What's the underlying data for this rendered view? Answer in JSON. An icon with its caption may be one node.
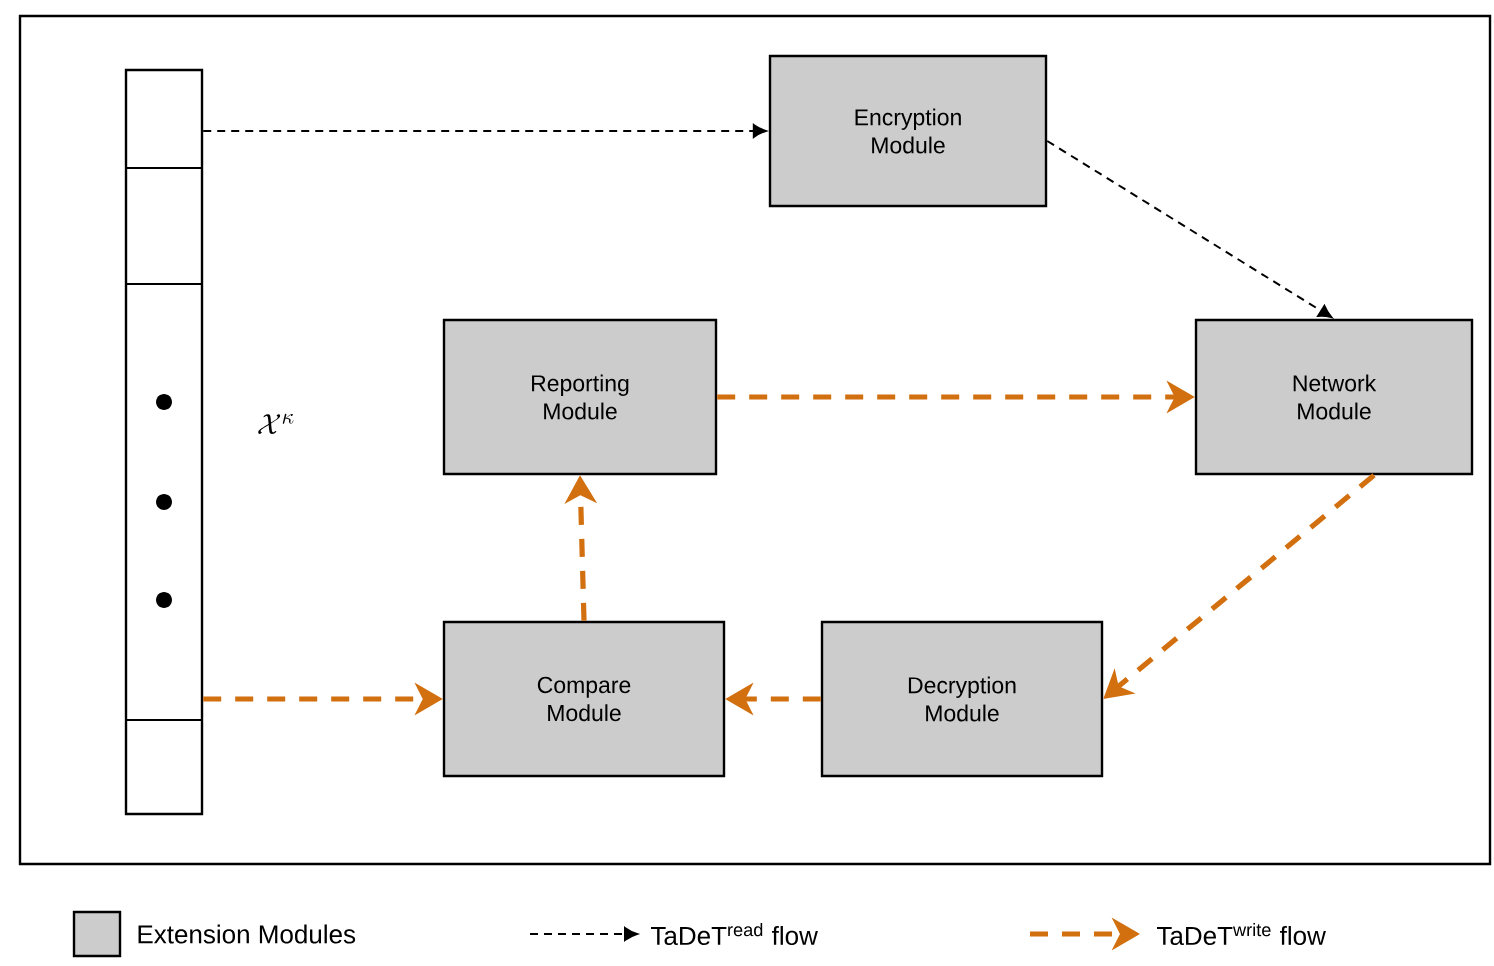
{
  "diagram": {
    "nodes": [
      {
        "text": [],
        "shape": "bar"
      },
      {
        "text": [
          "Encryption Module"
        ]
      },
      {
        "text": [
          "Reporting Module"
        ]
      },
      {
        "text": [
          "Network Module"
        ]
      },
      {
        "text": [
          "Compare Module"
        ]
      },
      {
        "text": [
          "Decryption Module"
        ]
      }
    ],
    "edges": [
      {
        "from": 0,
        "to": 1,
        "arrow": "to",
        "style": "dashed",
        "color": "#000000"
      },
      {
        "from": 1,
        "to": 3,
        "arrow": "to",
        "style": "dashed",
        "color": "#000000"
      },
      {
        "from": 2,
        "to": 3,
        "arrow": "to",
        "style": "dashed",
        "color": "#d26f0f"
      },
      {
        "from": 3,
        "to": 5,
        "arrow": "to",
        "style": "dashed",
        "color": "#d26f0f"
      },
      {
        "from": 5,
        "to": 4,
        "arrow": "to",
        "style": "dashed",
        "color": "#d26f0f"
      },
      {
        "from": 4,
        "to": 2,
        "arrow": "to",
        "style": "dashed",
        "color": "#d26f0f"
      },
      {
        "from": 0,
        "to": 4,
        "arrow": "to",
        "style": "dashed",
        "color": "#d26f0f"
      }
    ],
    "labels": [
      "\\mathcal{X}^{\\kappa}"
    ],
    "legend": [
      {
        "text": "Extension Modules",
        "color": "#cccccc"
      },
      {
        "text": "TaDeT$^{read}$ flow"
      },
      {
        "text": "TaDeT$^{write}$ flow"
      }
    ]
  }
}
